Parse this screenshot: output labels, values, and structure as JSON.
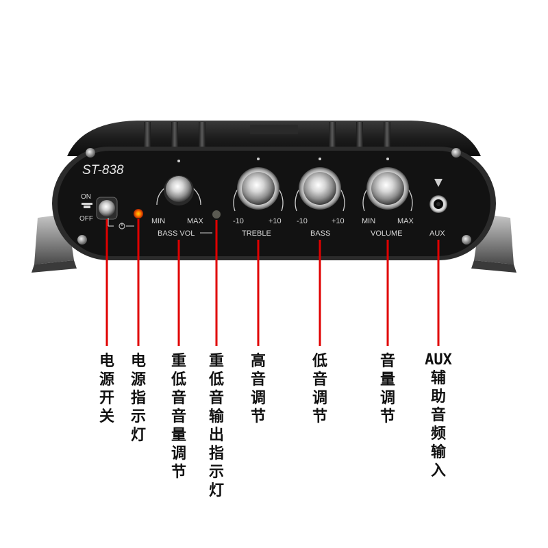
{
  "device": {
    "model": "ST-838",
    "power_switch": {
      "on_label": "ON",
      "off_label": "OFF"
    },
    "bass_vol": {
      "min_label": "MIN",
      "max_label": "MAX",
      "name": "BASS VOL"
    },
    "treble": {
      "min_label": "-10",
      "max_label": "+10",
      "name": "TREBLE"
    },
    "bass": {
      "min_label": "-10",
      "max_label": "+10",
      "name": "BASS"
    },
    "volume": {
      "min_label": "MIN",
      "max_label": "MAX",
      "name": "VOLUME"
    },
    "aux": {
      "name": "AUX"
    },
    "colors": {
      "power_led": "#ff5a00",
      "callout_line": "#e00000",
      "panel": "#121212"
    }
  },
  "callouts": [
    {
      "name": "power-switch",
      "chars": [
        "电",
        "源",
        "开",
        "关"
      ]
    },
    {
      "name": "power-indicator",
      "chars": [
        "电",
        "源",
        "指",
        "示",
        "灯"
      ]
    },
    {
      "name": "bass-volume",
      "chars": [
        "重",
        "低",
        "音",
        "音",
        "量",
        "调",
        "节"
      ]
    },
    {
      "name": "bass-output-indicator",
      "chars": [
        "重",
        "低",
        "音",
        "输",
        "出",
        "指",
        "示",
        "灯"
      ]
    },
    {
      "name": "treble-adjust",
      "chars": [
        "高",
        "音",
        "调",
        "节"
      ]
    },
    {
      "name": "bass-adjust",
      "chars": [
        "低",
        "音",
        "调",
        "节"
      ]
    },
    {
      "name": "volume-adjust",
      "chars": [
        "音",
        "量",
        "调",
        "节"
      ]
    },
    {
      "name": "aux-input",
      "prefix": "AUX",
      "chars": [
        "辅",
        "助",
        "音",
        "频",
        "输",
        "入"
      ]
    }
  ]
}
